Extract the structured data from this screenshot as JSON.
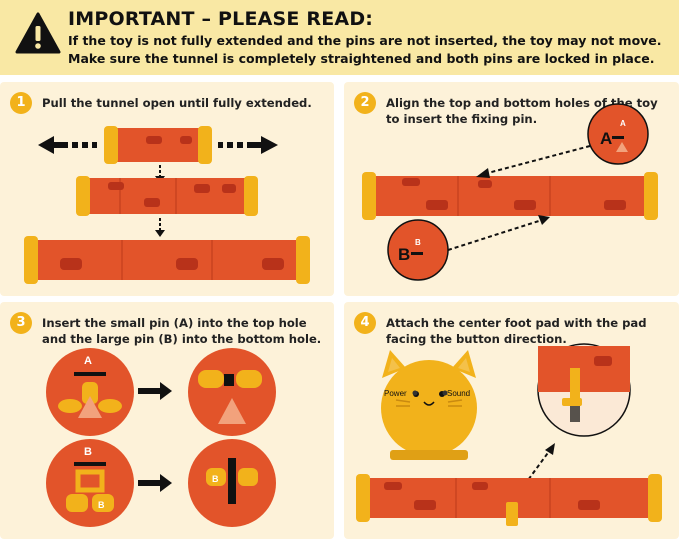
{
  "banner": {
    "title": "IMPORTANT – PLEASE READ:",
    "line1": "If the toy is not fully extended and the pins are not inserted, the toy may not move.",
    "line2": "Make sure the tunnel is completely straightened and both pins are locked in place."
  },
  "steps": [
    {
      "number": "1",
      "line1": "Pull the tunnel open until fully extended.",
      "line2": ""
    },
    {
      "number": "2",
      "line1": "Align the top and bottom holes of the toy",
      "line2": "to insert the fixing pin."
    },
    {
      "number": "3",
      "line1": "Insert the small pin (A) into the top hole",
      "line2": "and the large pin (B) into the bottom hole."
    },
    {
      "number": "4",
      "line1": "Attach the center foot pad with the pad",
      "line2": "facing the button direction."
    }
  ],
  "labels": {
    "pin_a": "A",
    "pin_b": "B",
    "power": "Power",
    "sound": "Sound"
  },
  "colors": {
    "banner_bg": "#f9e8a4",
    "panel_bg": "#fdf2d9",
    "tube": "#e2542a",
    "cap": "#f2b21b",
    "accent": "#f2b21b"
  },
  "icons": [
    "warning-icon",
    "arrow-left-icon",
    "arrow-right-icon",
    "arrow-down-icon",
    "arrow-right-icon",
    "dashed-arrow-icon"
  ]
}
